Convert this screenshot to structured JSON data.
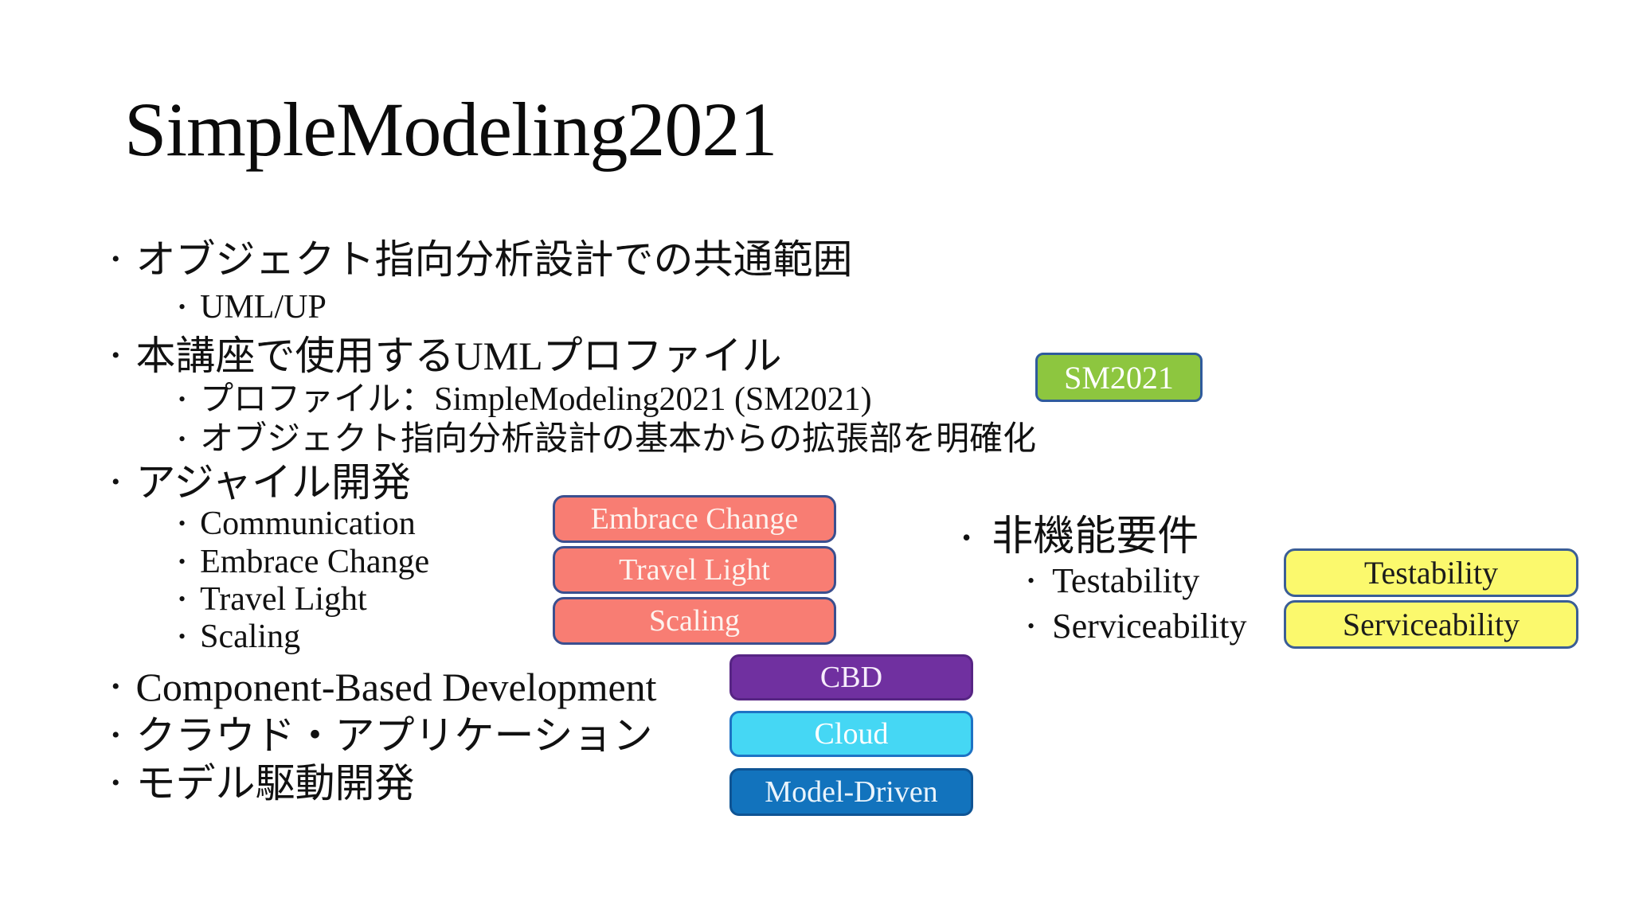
{
  "slide": {
    "title": "SimpleModeling2021",
    "left_list": [
      {
        "level": 1,
        "text": "オブジェクト指向分析設計での共通範囲"
      },
      {
        "level": 2,
        "text": "UML/UP"
      },
      {
        "level": 1,
        "text": "本講座で使用するUMLプロファイル"
      },
      {
        "level": 2,
        "text": "プロファイル：SimpleModeling2021 (SM2021)"
      },
      {
        "level": 2,
        "text": "オブジェクト指向分析設計の基本からの拡張部を明確化"
      },
      {
        "level": 1,
        "text": "アジャイル開発"
      },
      {
        "level": 2,
        "text": "Communication"
      },
      {
        "level": 2,
        "text": "Embrace Change"
      },
      {
        "level": 2,
        "text": "Travel Light"
      },
      {
        "level": 2,
        "text": "Scaling"
      },
      {
        "level": 1,
        "text": "Component-Based Development"
      },
      {
        "level": 1,
        "text": "クラウド・アプリケーション"
      },
      {
        "level": 1,
        "text": "モデル駆動開発"
      }
    ],
    "right_list": {
      "heading": "非機能要件",
      "items": [
        {
          "text": "Testability"
        },
        {
          "text": "Serviceability"
        }
      ]
    },
    "bullet_glyph": "•"
  },
  "badges": [
    {
      "id": "sm2021",
      "label": "SM2021",
      "fill": "#8dc63f",
      "border": "#2f5b9d",
      "text_color": "#ffffff"
    },
    {
      "id": "embrace-change",
      "label": "Embrace Change",
      "fill": "#f87d73",
      "border": "#3b4f8f",
      "text_color": "#fdf3ef"
    },
    {
      "id": "travel-light",
      "label": "Travel Light",
      "fill": "#f87d73",
      "border": "#3b4f8f",
      "text_color": "#fdf3ef"
    },
    {
      "id": "scaling",
      "label": "Scaling",
      "fill": "#f87d73",
      "border": "#3b4f8f",
      "text_color": "#fdf3ef"
    },
    {
      "id": "cbd",
      "label": "CBD",
      "fill": "#7030a0",
      "border": "#572584",
      "text_color": "#f6ecfb"
    },
    {
      "id": "cloud",
      "label": "Cloud",
      "fill": "#45d7f4",
      "border": "#1e73c5",
      "text_color": "#ffffff"
    },
    {
      "id": "model-driven",
      "label": "Model-Driven",
      "fill": "#1273bd",
      "border": "#0f5494",
      "text_color": "#eaf4fc"
    },
    {
      "id": "testability",
      "label": "Testability",
      "fill": "#fbf96d",
      "border": "#3b5e96",
      "text_color": "#1c1c1c"
    },
    {
      "id": "serviceability",
      "label": "Serviceability",
      "fill": "#fbf96d",
      "border": "#3b5e96",
      "text_color": "#1c1c1c"
    }
  ],
  "colors": {
    "background": "#ffffff",
    "text": "#000000",
    "border_navy": "#34538a"
  }
}
